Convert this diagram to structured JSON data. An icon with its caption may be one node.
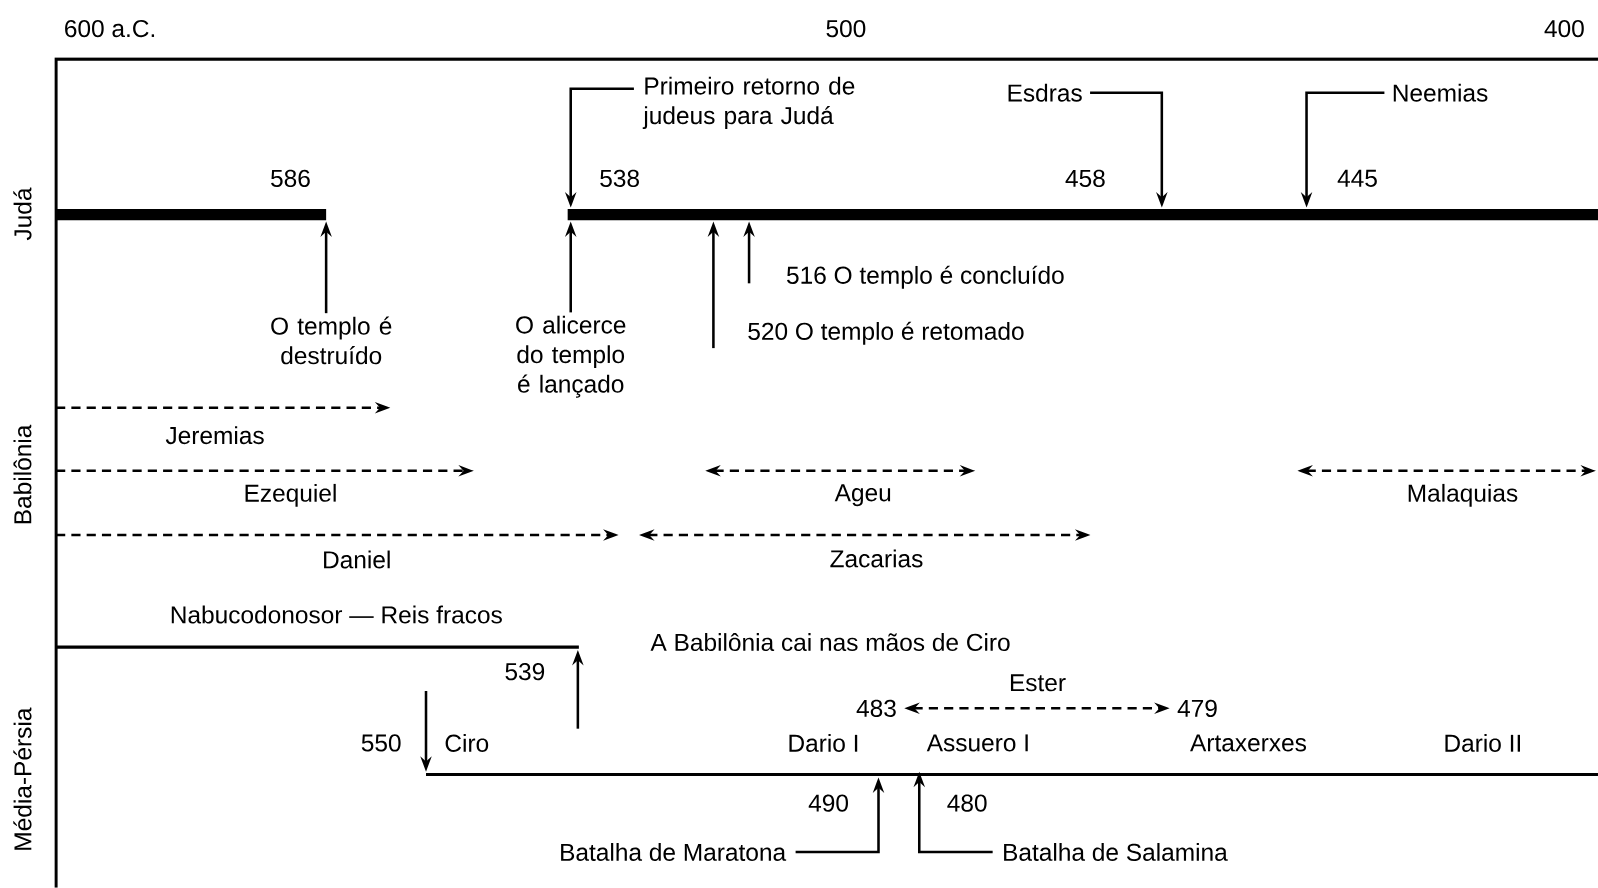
{
  "diagram": {
    "nodes": [
      {
        "text": [],
        "shape": "bar"
      },
      {
        "text": [],
        "shape": "bar"
      },
      {
        "text": [],
        "shape": "bar"
      },
      {
        "text": [],
        "shape": "bar"
      },
      {
        "text": [
          "Primeiro retorno de judeus para Judá"
        ]
      },
      {
        "text": [
          "Esdras"
        ]
      },
      {
        "text": [
          "Neemias"
        ]
      },
      {
        "text": [
          "O templo é destruído"
        ]
      },
      {
        "text": [
          "O alicerce do templo é lançado"
        ]
      },
      {
        "text": [
          "516 O templo é concluído"
        ]
      },
      {
        "text": [
          "520 O templo é retomado"
        ]
      },
      {
        "text": [
          "Batalha de Maratona"
        ]
      },
      {
        "text": [
          "Batalha de Salamina"
        ]
      },
      {
        "text": [
          "483"
        ]
      },
      {
        "text": [
          "479"
        ]
      }
    ],
    "edges": [
      {
        "from": 4,
        "to": 1,
        "arrow": "to"
      },
      {
        "from": 5,
        "to": 1,
        "arrow": "to"
      },
      {
        "from": 6,
        "to": 1,
        "arrow": "to"
      },
      {
        "from": 7,
        "to": 0,
        "arrow": "to"
      },
      {
        "from": 8,
        "to": 1,
        "arrow": "to"
      },
      {
        "from": 9,
        "to": 1,
        "arrow": "to"
      },
      {
        "from": 10,
        "to": 1,
        "arrow": "to"
      },
      {
        "from": null,
        "to": 2,
        "arrow": "to"
      },
      {
        "from": null,
        "to": 3,
        "arrow": "to"
      },
      {
        "from": 11,
        "to": 3,
        "arrow": "to"
      },
      {
        "from": 12,
        "to": 3,
        "arrow": "to"
      },
      {
        "from": 13,
        "to": 14,
        "arrow": "both",
        "style": "dashed",
        "label": "Ester"
      }
    ],
    "labels": [
      "600 a.C.",
      "500",
      "400",
      "Judá",
      "Babilônia",
      "Média-Pérsia",
      "586",
      "538",
      "458",
      "445",
      "Jeremias",
      "Ezequiel",
      "Ageu",
      "Malaquias",
      "Daniel",
      "Zacarias",
      "Nabucodonosor — Reis fracos",
      "A Babilônia cai nas mãos de Ciro",
      "539",
      "550",
      "Ciro",
      "Dario I",
      "Assuero I",
      "Artaxerxes",
      "Dario II",
      "490",
      "480"
    ]
  }
}
